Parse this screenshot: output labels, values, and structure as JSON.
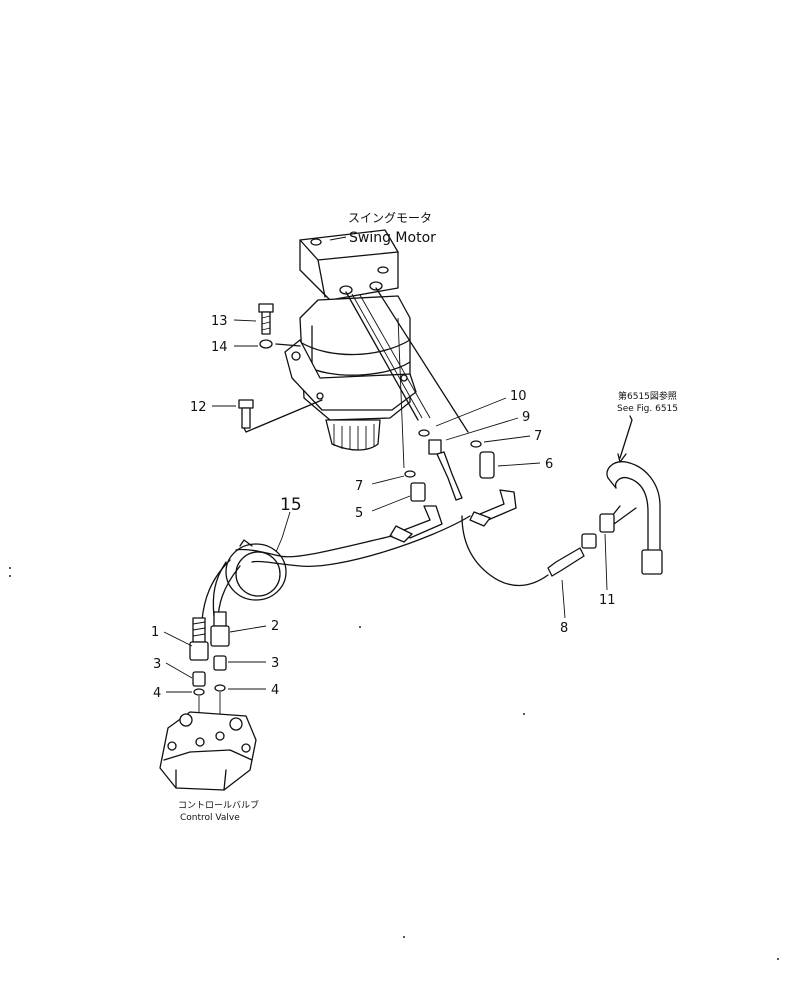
{
  "labels": {
    "swing_motor_jp": "スイングモータ",
    "swing_motor_en": "Swing Motor",
    "control_valve_jp": "コントロールバルブ",
    "control_valve_en": "Control Valve",
    "see_fig_jp": "第6515図参照",
    "see_fig_en": "See Fig. 6515"
  },
  "callouts": [
    "1",
    "2",
    "3",
    "3",
    "4",
    "4",
    "5",
    "6",
    "7",
    "7",
    "8",
    "9",
    "10",
    "11",
    "12",
    "13",
    "14",
    "15"
  ]
}
